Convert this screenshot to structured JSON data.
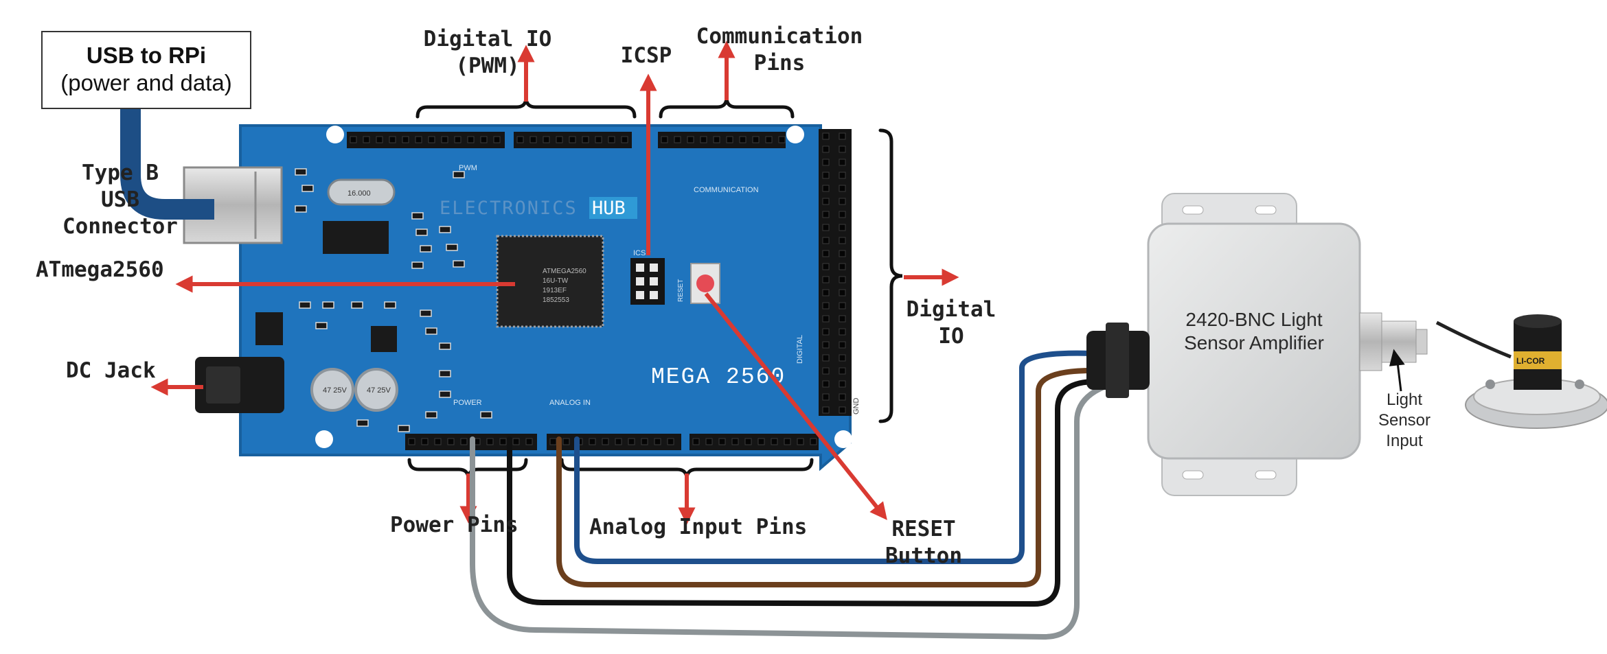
{
  "labels": {
    "usb_title": "USB to RPi",
    "usb_sub": "(power and data)",
    "type_b_1": "Type B",
    "type_b_2": "USB",
    "type_b_3": "Connector",
    "digital_io_pwm_1": "Digital IO",
    "digital_io_pwm_2": "(PWM)",
    "icsp": "ICSP",
    "comm_1": "Communication",
    "comm_2": "Pins",
    "atmega": "ATmega2560",
    "digital_io_1": "Digital",
    "digital_io_2": "IO",
    "dc_jack": "DC Jack",
    "power_pins": "Power Pins",
    "analog_pins": "Analog Input Pins",
    "reset_1": "RESET",
    "reset_2": "Button",
    "amp_1": "2420-BNC Light",
    "amp_2": "Sensor Amplifier",
    "sensor_input_1": "Light",
    "sensor_input_2": "Sensor",
    "sensor_input_3": "Input"
  },
  "board": {
    "model": "MEGA 2560",
    "brand_a": "ELECTRONICS",
    "brand_b": "HUB",
    "chip_1": "ATMEGA2560",
    "chip_2": "16U-TW",
    "chip_3": "1913EF",
    "chip_4": "1852553",
    "header_pwm": "PWM",
    "header_comm": "COMMUNICATION",
    "header_power": "POWER",
    "header_analog": "ANALOG IN",
    "header_digital": "DIGITAL",
    "icsp_label": "ICSP",
    "reset_label": "RESET",
    "gnd_label": "GND",
    "crystal_label": "16.000",
    "cap_label": "47 25V"
  },
  "sensor": {
    "brand": "LI-COR"
  },
  "colors": {
    "board_blue": "#1f74bd",
    "board_edge": "#18609e",
    "arrow_red": "#d93a32",
    "wire_blue": "#1e4f8c",
    "wire_brown": "#6b3f1d",
    "wire_black": "#111111",
    "wire_gray": "#8c9396",
    "usb_cable": "#1d4e85",
    "amp_gray": "#d9dadb"
  }
}
